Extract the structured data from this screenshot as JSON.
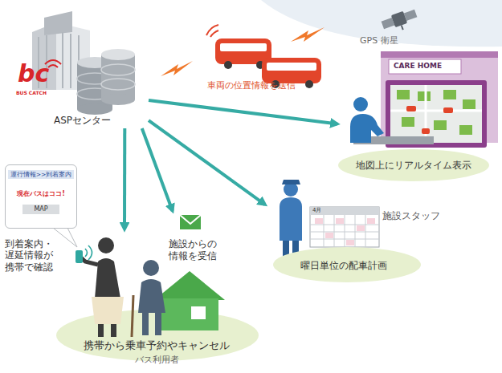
{
  "diagram": {
    "nodes": [
      {
        "text": [
          "ASPセンター"
        ]
      },
      {
        "text": [
          "地図上にリアルタイム表示"
        ]
      },
      {
        "text": [
          "曜日単位の配車計画"
        ]
      },
      {
        "text": [
          "携帯から乗車予約やキャンセル",
          "バス利用者"
        ]
      },
      {
        "text": [
          "運行情報>>到着案内",
          "現在バスはココ!",
          "MAP"
        ]
      },
      {
        "text": [
          "施設からの 情報を受信"
        ]
      }
    ],
    "edges": [
      {
        "from": 0,
        "to": 1,
        "arrow": "to"
      },
      {
        "from": 0,
        "to": 2,
        "arrow": "to"
      },
      {
        "from": 0,
        "to": 3,
        "arrow": "to"
      },
      {
        "from": 0,
        "to": 5,
        "arrow": "to"
      }
    ],
    "labels": [
      "bc",
      "BUS CATCH",
      "車両の位置情報を送信",
      "GPS 衛星",
      "CARE HOME",
      "施設スタッフ",
      "4月",
      "到着案内・ 遅延情報が 携帯で確認"
    ]
  }
}
